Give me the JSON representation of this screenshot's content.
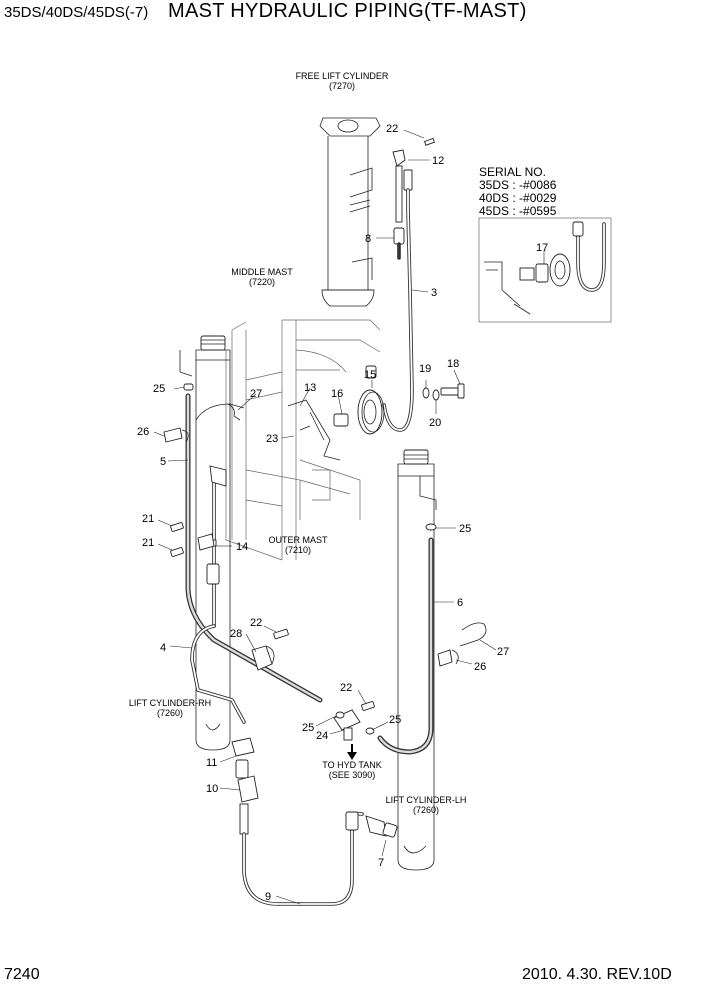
{
  "header": {
    "model": "35DS/40DS/45DS(-7)",
    "title": "MAST HYDRAULIC PIPING(TF-MAST)"
  },
  "footer": {
    "page_number": "7240",
    "revision": "2010. 4.30.  REV.10D"
  },
  "serial_box": {
    "heading": "SERIAL NO.",
    "lines": [
      "35DS : -#0086",
      "40DS : -#0029",
      "45DS : -#0595"
    ]
  },
  "labels": {
    "free_lift_cylinder": "FREE LIFT CYLINDER",
    "free_lift_ref": "(7270)",
    "middle_mast": "MIDDLE MAST",
    "middle_mast_ref": "(7220)",
    "outer_mast": "OUTER MAST",
    "outer_mast_ref": "(7210)",
    "lift_rh": "LIFT CYLINDER-RH",
    "lift_rh_ref": "(7260)",
    "lift_lh": "LIFT CYLINDER-LH",
    "lift_lh_ref": "(7260)",
    "to_tank": "TO HYD TANK",
    "to_tank_ref": "(SEE 3090)"
  },
  "callouts": [
    {
      "id": "c22a",
      "text": "22"
    },
    {
      "id": "c12",
      "text": "12"
    },
    {
      "id": "c8",
      "text": "8"
    },
    {
      "id": "c3",
      "text": "3"
    },
    {
      "id": "c17",
      "text": "17"
    },
    {
      "id": "c13",
      "text": "13"
    },
    {
      "id": "c27a",
      "text": "27"
    },
    {
      "id": "c25a",
      "text": "25"
    },
    {
      "id": "c26a",
      "text": "26"
    },
    {
      "id": "c16",
      "text": "16"
    },
    {
      "id": "c15",
      "text": "15"
    },
    {
      "id": "c19",
      "text": "19"
    },
    {
      "id": "c18",
      "text": "18"
    },
    {
      "id": "c20",
      "text": "20"
    },
    {
      "id": "c23",
      "text": "23"
    },
    {
      "id": "c5",
      "text": "5"
    },
    {
      "id": "c21a",
      "text": "21"
    },
    {
      "id": "c21b",
      "text": "21"
    },
    {
      "id": "c14",
      "text": "14"
    },
    {
      "id": "c25b",
      "text": "25"
    },
    {
      "id": "c6",
      "text": "6"
    },
    {
      "id": "c22b",
      "text": "22"
    },
    {
      "id": "c28",
      "text": "28"
    },
    {
      "id": "c4",
      "text": "4"
    },
    {
      "id": "c27b",
      "text": "27"
    },
    {
      "id": "c26b",
      "text": "26"
    },
    {
      "id": "c22c",
      "text": "22"
    },
    {
      "id": "c25c",
      "text": "25"
    },
    {
      "id": "c24",
      "text": "24"
    },
    {
      "id": "c25d",
      "text": "25"
    },
    {
      "id": "c11",
      "text": "11"
    },
    {
      "id": "c10",
      "text": "10"
    },
    {
      "id": "c7",
      "text": "7"
    },
    {
      "id": "c9",
      "text": "9"
    }
  ]
}
